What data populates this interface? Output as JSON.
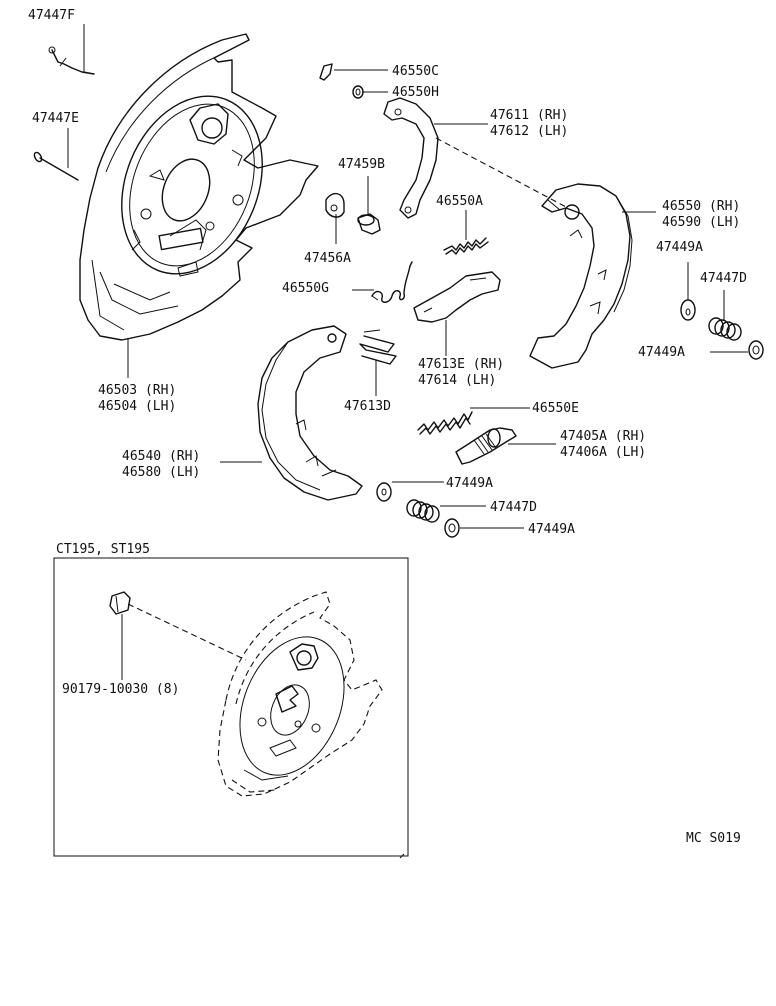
{
  "labels": {
    "l_47447F": "47447F",
    "l_47447E": "47447E",
    "l_46550C": "46550C",
    "l_46550H": "46550H",
    "l_47611": "47611 (RH)",
    "l_47612": "47612 (LH)",
    "l_47459B": "47459B",
    "l_46550A": "46550A",
    "l_46550": "46550 (RH)",
    "l_46590": "46590 (LH)",
    "l_47449A_a": "47449A",
    "l_47447D_a": "47447D",
    "l_47456A": "47456A",
    "l_46550G": "46550G",
    "l_47449A_b": "47449A",
    "l_46503": "46503 (RH)",
    "l_46504": "46504 (LH)",
    "l_47613E": "47613E (RH)",
    "l_47614": "47614  (LH)",
    "l_47613D": "47613D",
    "l_46550E": "46550E",
    "l_46540": "46540 (RH)",
    "l_46580": "46580 (LH)",
    "l_47405A": "47405A (RH)",
    "l_47406A": "47406A (LH)",
    "l_47449A_c": "47449A",
    "l_47447D_b": "47447D",
    "l_47449A_d": "47449A",
    "l_inset_title": "CT195, ST195",
    "l_90179": "90179-10030  (8)",
    "l_ref": "MC S019"
  }
}
